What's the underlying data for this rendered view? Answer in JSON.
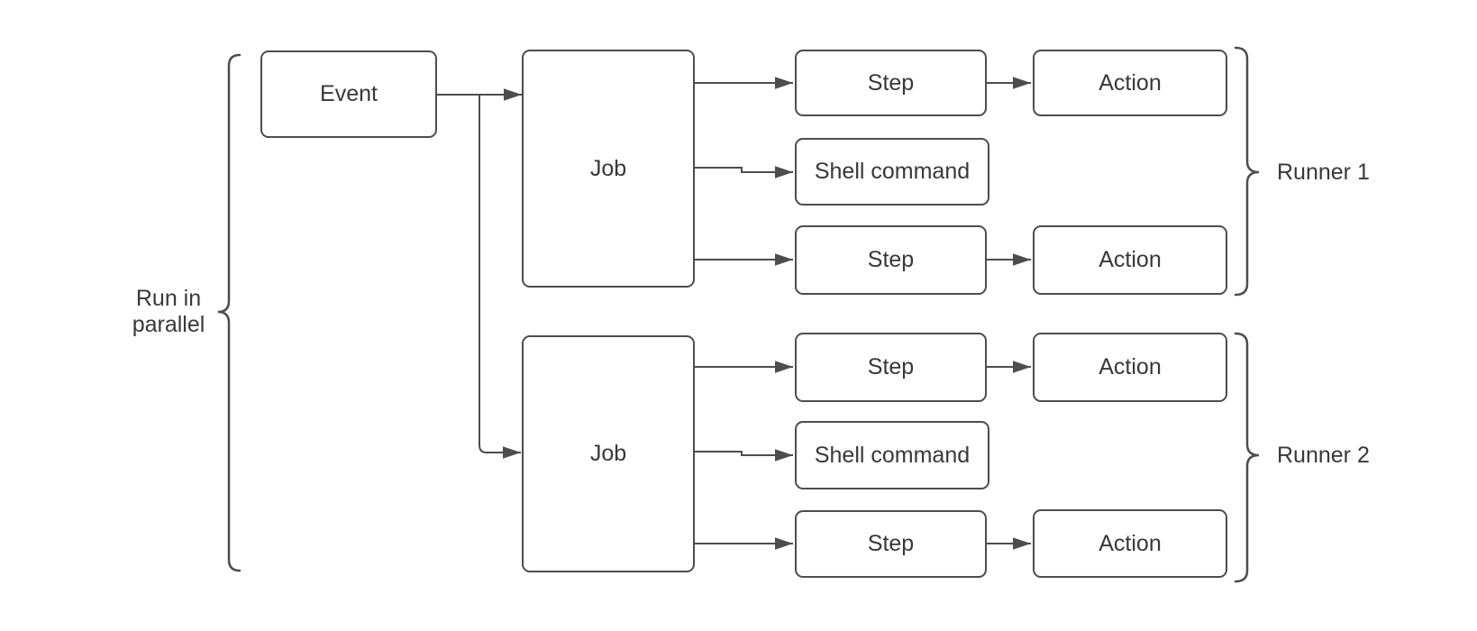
{
  "colors": {
    "stroke": "#4d4d4d",
    "text": "#383838",
    "node_fill": "#ffffff",
    "background": "#ffffff"
  },
  "labels": {
    "parallel_line1": "Run in",
    "parallel_line2": "parallel"
  },
  "event": {
    "label": "Event"
  },
  "runners": [
    {
      "label": "Runner 1",
      "job": {
        "label": "Job"
      },
      "nodes": [
        {
          "type": "step",
          "label": "Step"
        },
        {
          "type": "shell-command",
          "label": "Shell command"
        },
        {
          "type": "step",
          "label": "Step"
        }
      ],
      "actions": [
        {
          "label": "Action"
        },
        {
          "label": "Action"
        }
      ]
    },
    {
      "label": "Runner 2",
      "job": {
        "label": "Job"
      },
      "nodes": [
        {
          "type": "step",
          "label": "Step"
        },
        {
          "type": "shell-command",
          "label": "Shell command"
        },
        {
          "type": "step",
          "label": "Step"
        }
      ],
      "actions": [
        {
          "label": "Action"
        },
        {
          "label": "Action"
        }
      ]
    }
  ]
}
